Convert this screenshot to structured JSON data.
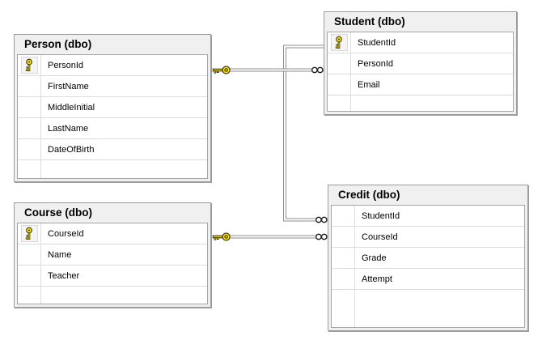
{
  "diagram_type": "database-diagram",
  "colors": {
    "background": "#ffffff",
    "window_bg": "#f0f0f0",
    "window_border": "#9c9c9c",
    "grid_bg": "#ffffff",
    "gridline": "#dcdcdc",
    "relationship_line": "#8c8c8c",
    "key_yellow": "#ffe115",
    "key_outline": "#3a3a0a",
    "text": "#000000"
  },
  "tables": {
    "person": {
      "title": "Person (dbo)",
      "columns": [
        {
          "name": "PersonId",
          "pk": true
        },
        {
          "name": "FirstName",
          "pk": false
        },
        {
          "name": "MiddleInitial",
          "pk": false
        },
        {
          "name": "LastName",
          "pk": false
        },
        {
          "name": "DateOfBirth",
          "pk": false
        }
      ]
    },
    "student": {
      "title": "Student (dbo)",
      "columns": [
        {
          "name": "StudentId",
          "pk": true
        },
        {
          "name": "PersonId",
          "pk": false
        },
        {
          "name": "Email",
          "pk": false
        }
      ]
    },
    "course": {
      "title": "Course (dbo)",
      "columns": [
        {
          "name": "CourseId",
          "pk": true
        },
        {
          "name": "Name",
          "pk": false
        },
        {
          "name": "Teacher",
          "pk": false
        }
      ]
    },
    "credit": {
      "title": "Credit (dbo)",
      "columns": [
        {
          "name": "StudentId",
          "pk": false
        },
        {
          "name": "CourseId",
          "pk": false
        },
        {
          "name": "Grade",
          "pk": false
        },
        {
          "name": "Attempt",
          "pk": false
        }
      ]
    }
  },
  "relationships": [
    {
      "pk_table": "Person",
      "pk_column": "PersonId",
      "fk_table": "Student",
      "fk_column": "PersonId",
      "pk_end_symbol": "key",
      "fk_end_symbol": "infinity"
    },
    {
      "pk_table": "Student",
      "pk_column": "StudentId",
      "fk_table": "Credit",
      "fk_column": "StudentId",
      "pk_end_symbol": "key",
      "fk_end_symbol": "infinity"
    },
    {
      "pk_table": "Course",
      "pk_column": "CourseId",
      "fk_table": "Credit",
      "fk_column": "CourseId",
      "pk_end_symbol": "key",
      "fk_end_symbol": "infinity"
    }
  ]
}
